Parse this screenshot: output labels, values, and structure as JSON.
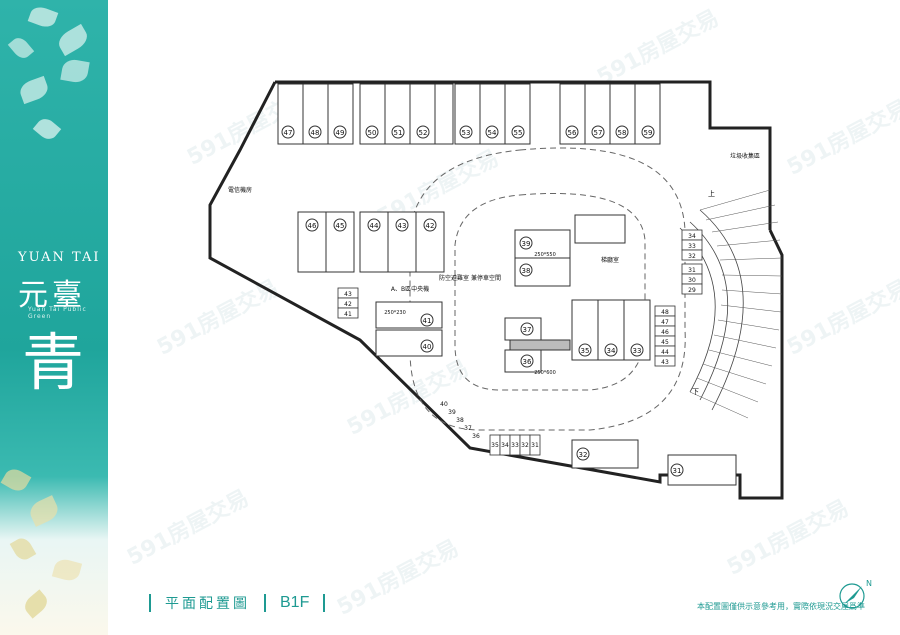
{
  "brand": {
    "english": "YUAN TAI",
    "chinese": "元臺",
    "subtitle": "Yuan Tai Public Green",
    "big_char": "青"
  },
  "footer": {
    "title": "平面配置圖",
    "floor": "B1F",
    "note": "本配置圖僅供示意參考用，實際依現況交屋爲準"
  },
  "watermark": "591房屋交易",
  "plan": {
    "labels": {
      "elec_room": "電信機房",
      "waste_room": "垃圾收集區",
      "lobby": "梯廳室",
      "ac_room": "A、B區中央機",
      "shelter": "防空避難室 兼停車空間",
      "up": "上",
      "down": "下"
    },
    "top_row": [
      "47",
      "48",
      "49",
      "50",
      "51",
      "52",
      "53",
      "54",
      "55",
      "56",
      "57",
      "58",
      "59"
    ],
    "mid_row": [
      "46",
      "45",
      "44",
      "43",
      "42"
    ],
    "small_stack_left": [
      "43",
      "42",
      "41"
    ],
    "left_pair": [
      "41",
      "40"
    ],
    "center_pair": [
      "39",
      "38"
    ],
    "right_stack": [
      "34",
      "33",
      "32",
      "31",
      "30",
      "29"
    ],
    "mid_stack": [
      "48",
      "47",
      "46",
      "45",
      "44",
      "43"
    ],
    "center_row": [
      "35",
      "34",
      "33"
    ],
    "accessible": [
      "37",
      "36"
    ],
    "diagonal_small": [
      "40",
      "39",
      "38",
      "37",
      "36"
    ],
    "bottom_small": [
      "35",
      "34",
      "33",
      "32",
      "31"
    ],
    "bottom_big": [
      "32",
      "31"
    ],
    "dims": {
      "d1": "250*550",
      "d2": "250*600",
      "d3": "250*230"
    }
  }
}
